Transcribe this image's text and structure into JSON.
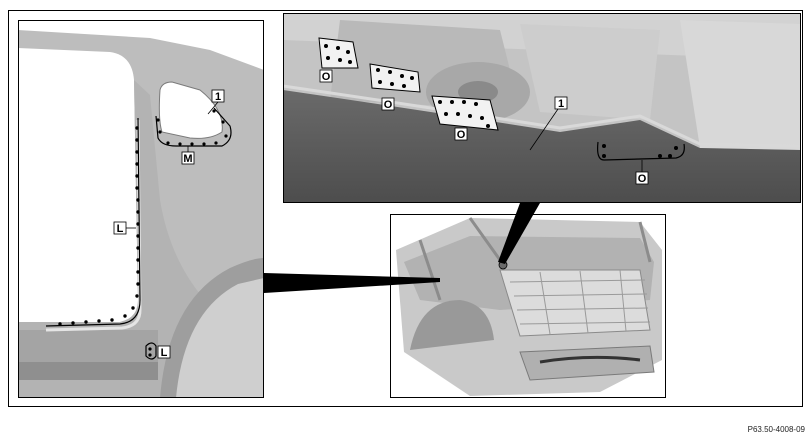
{
  "figure": {
    "figure_id": "P63.50-4008-09",
    "side_panel": {
      "callouts": {
        "part": "1",
        "line_l": "L",
        "line_m": "M",
        "line_l_bottom": "L"
      }
    },
    "detail_panel": {
      "callouts": {
        "part": "1",
        "o1": "O",
        "o2": "O",
        "o3": "O",
        "o4": "O"
      }
    }
  }
}
